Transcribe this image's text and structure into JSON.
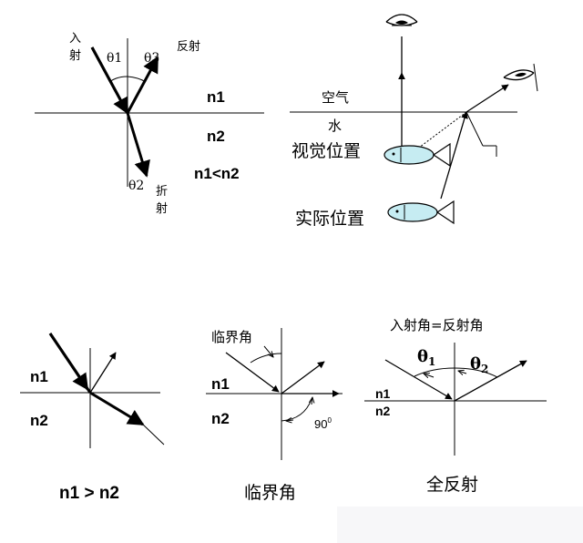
{
  "refraction_panel": {
    "incident_label_1": "入",
    "incident_label_2": "射",
    "theta1": "θ1",
    "theta3": "θ3",
    "reflect_label": "反射",
    "n1": "n1",
    "n2": "n2",
    "relation": "n1<n2",
    "theta2": "θ2",
    "refract_label_1": "折",
    "refract_label_2": "射"
  },
  "fish_panel": {
    "air": "空气",
    "water": "水",
    "apparent_position": "视觉位置",
    "actual_position": "实际位置"
  },
  "panel_dense_to_rare": {
    "n1": "n1",
    "n2": "n2",
    "caption": "n1 > n2"
  },
  "panel_critical": {
    "critical_label": "临界角",
    "n1": "n1",
    "n2": "n2",
    "angle": "90",
    "angle_sup": "0",
    "caption": "临界角"
  },
  "panel_total": {
    "equation": "入射角=反射角",
    "theta1": "θ",
    "theta1_sub": "1",
    "theta2": "θ",
    "theta2_sub": "2",
    "n1": "n1",
    "n2": "n2",
    "caption": "全反射"
  }
}
